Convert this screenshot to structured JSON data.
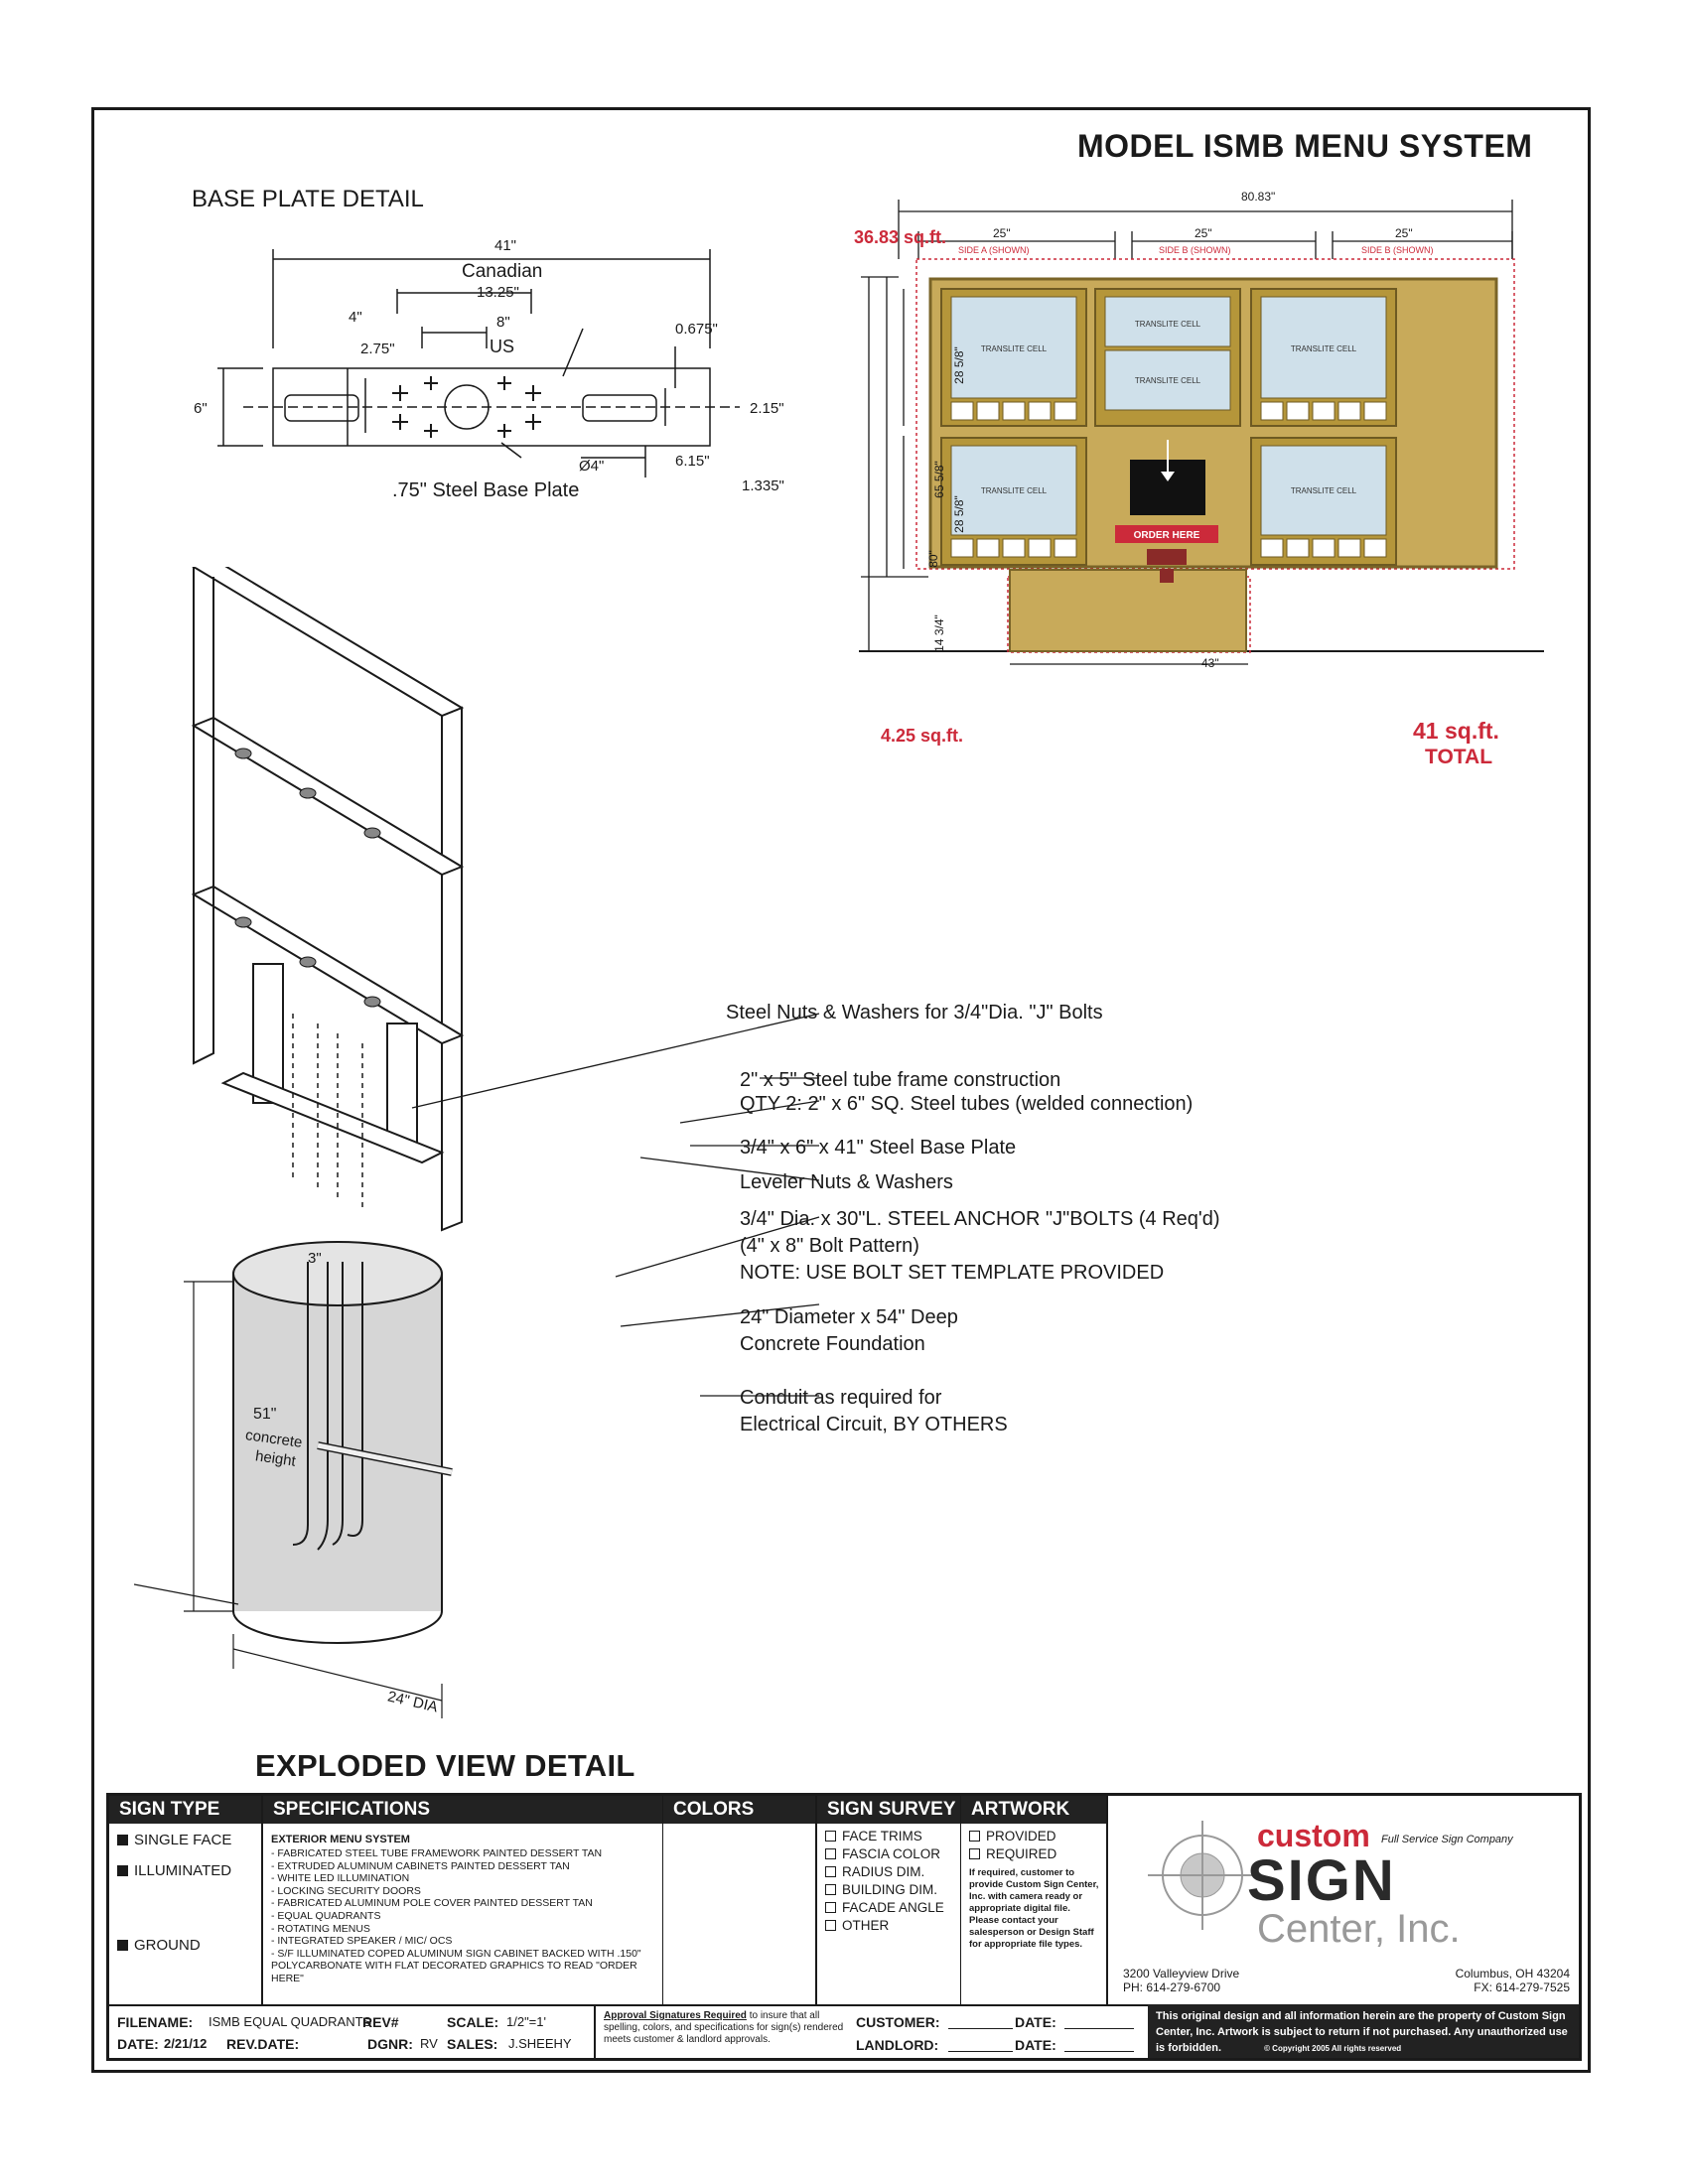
{
  "header": {
    "title": "MODEL ISMB MENU SYSTEM",
    "base_plate_title": "BASE PLATE DETAIL",
    "exploded_title": "EXPLODED VIEW DETAIL"
  },
  "base_plate": {
    "dim_overall": "41\"",
    "label_canadian": "Canadian",
    "dim_canadian": "13.25\"",
    "dim_us": "8\"",
    "label_us": "US",
    "dim_4": "4\"",
    "dim_275": "2.75\"",
    "dim_0675": "0.675\"",
    "dim_6": "6\"",
    "dim_215": "2.15\"",
    "dim_615": "6.15\"",
    "dim_1335": "1.335\"",
    "dim_hole": "Ø4\"",
    "caption": ".75\" Steel Base Plate"
  },
  "menu_board": {
    "dim_total_width": "80.83\"",
    "dim_side_a": "25\"",
    "dim_side_b1": "25\"",
    "dim_side_b2": "25\"",
    "side_a_label": "SIDE A (SHOWN)",
    "side_b1_label": "SIDE B (SHOWN)",
    "side_b2_label": "SIDE B (SHOWN)",
    "area_cabinet": "36.83 sq.ft.",
    "area_pole": "4.25 sq.ft.",
    "area_total": "41 sq.ft.",
    "area_total_word": "TOTAL",
    "dim_80": "80\"",
    "dim_65": "65 5/8\"",
    "dim_28a": "28 5/8\"",
    "dim_28b": "28 5/8\"",
    "dim_14": "14 3/4\"",
    "dim_43": "43\"",
    "cell_label": "TRANSLITE CELL",
    "order_here": "ORDER HERE",
    "colors": {
      "frame": "#b5963a",
      "cabinet": "#c8aa5a",
      "glass": "#cfe0ea",
      "accent": "#cc2a3a"
    }
  },
  "callouts": {
    "c1": "Steel Nuts & Washers for  3/4\"Dia. \"J\" Bolts",
    "c2": "2\" x 5\"  Steel tube frame construction",
    "c3": "QTY 2: 2\" x 6\" SQ. Steel tubes (welded connection)",
    "c4": "3/4\" x 6\" x 41\" Steel Base Plate",
    "c5": "Leveler Nuts & Washers",
    "c6a": "3/4\" Dia. x 30\"L. STEEL ANCHOR \"J\"BOLTS (4 Req'd)",
    "c6b": "(4\" x 8\" Bolt Pattern)",
    "c6c": "NOTE: USE BOLT SET TEMPLATE  PROVIDED",
    "c7a": "24\" Diameter x 54\" Deep",
    "c7b": "Concrete Foundation",
    "c8a": "Conduit as required for",
    "c8b": "Electrical Circuit, BY OTHERS"
  },
  "foundation": {
    "dim_3": "3\"",
    "dim_51": "51\"",
    "label_concrete": "concrete",
    "label_height": "height",
    "dim_dia": "24\" DIA"
  },
  "title_block": {
    "sign_type_head": "SIGN TYPE",
    "sign_types": [
      "SINGLE FACE",
      "ILLUMINATED",
      "GROUND"
    ],
    "spec_head": "SPECIFICATIONS",
    "spec_title": "EXTERIOR MENU SYSTEM",
    "spec_lines": [
      "- FABRICATED STEEL TUBE FRAMEWORK PAINTED DESSERT TAN",
      "- EXTRUDED ALUMINUM CABINETS PAINTED DESSERT TAN",
      "- WHITE LED ILLUMINATION",
      "- LOCKING SECURITY DOORS",
      "- FABRICATED ALUMINUM POLE COVER PAINTED DESSERT TAN",
      "- EQUAL QUADRANTS",
      "- ROTATING MENUS",
      "- INTEGRATED SPEAKER / MIC/ OCS",
      "- S/F ILLUMINATED COPED ALUMINUM SIGN CABINET BACKED WITH .150\"",
      "  POLYCARBONATE WITH FLAT DECORATED GRAPHICS TO READ \"ORDER HERE\""
    ],
    "colors_head": "COLORS",
    "survey_head": "SIGN SURVEY",
    "survey_items": [
      "FACE TRIMS",
      "FASCIA COLOR",
      "RADIUS DIM.",
      "BUILDING DIM.",
      "FACADE ANGLE",
      "OTHER"
    ],
    "artwork_head": "ARTWORK",
    "artwork_items": [
      "PROVIDED",
      "REQUIRED"
    ],
    "artwork_note": "If required, customer to provide Custom Sign Center, Inc. with camera ready or appropriate digital file. Please contact your salesperson or Design Staff for appropriate file types.",
    "company_custom": "custom",
    "company_tagline": "Full Service Sign Company",
    "company_sign": "SIGN",
    "company_center": "Center, Inc.",
    "addr_street": "3200 Valleyview Drive",
    "addr_city": "Columbus, OH 43204",
    "phone": "PH: 614-279-6700",
    "fax": "FX: 614-279-7525",
    "filename_label": "FILENAME:",
    "filename": "ISMB EQUAL QUADRANTS",
    "rev_label": "REV#",
    "scale_label": "SCALE:",
    "scale": "1/2\"=1'",
    "date_label": "DATE:",
    "date": "2/21/12",
    "revdate_label": "REV.DATE:",
    "dgnr_label": "DGNR:",
    "dgnr": "RV",
    "sales_label": "SALES:",
    "sales": "J.SHEEHY",
    "approval_bold": "Approval Signatures Required",
    "approval_rest": " to insure that all spelling, colors, and specifications for sign(s) rendered meets customer & landlord approvals.",
    "customer_label": "CUSTOMER:",
    "landlord_label": "LANDLORD:",
    "sig_date_label": "DATE:",
    "legal": "This original design and all information herein are the property of Custom Sign Center, Inc. Artwork is subject to return if not purchased. Any unauthorized use is forbidden.",
    "copyright": "© Copyright 2005  All rights reserved"
  }
}
